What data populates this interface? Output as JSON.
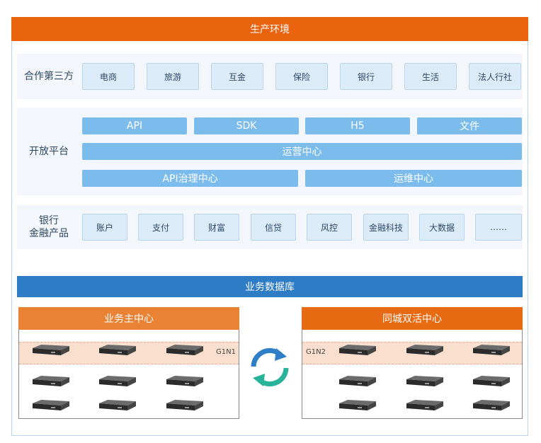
{
  "top_banner": {
    "title": "生产环境"
  },
  "partners": {
    "label": "合作第三方",
    "items": [
      "电商",
      "旅游",
      "互金",
      "保险",
      "银行",
      "生活",
      "法人行社"
    ]
  },
  "open_platform": {
    "label": "开放平台",
    "row1": [
      "API",
      "SDK",
      "H5",
      "文件"
    ],
    "ops_center": "运营中心",
    "api_governance": "API治理中心",
    "ops_maintenance": "运维中心"
  },
  "bank_products": {
    "label_line1": "银行",
    "label_line2": "金融产品",
    "items": [
      "账户",
      "支付",
      "财富",
      "信贷",
      "风控",
      "金融科技",
      "大数据",
      "……"
    ]
  },
  "database": {
    "title": "业务数据库"
  },
  "main_center": {
    "title": "业务主中心",
    "group_label": "G1N1"
  },
  "standby_center": {
    "title": "同城双活中心",
    "group_label": "G1N2"
  },
  "colors": {
    "orange": "#ea6410",
    "blue": "#2e7cc6",
    "light_blue": "#7bbcec",
    "chip_bg": "#dcebf8"
  }
}
